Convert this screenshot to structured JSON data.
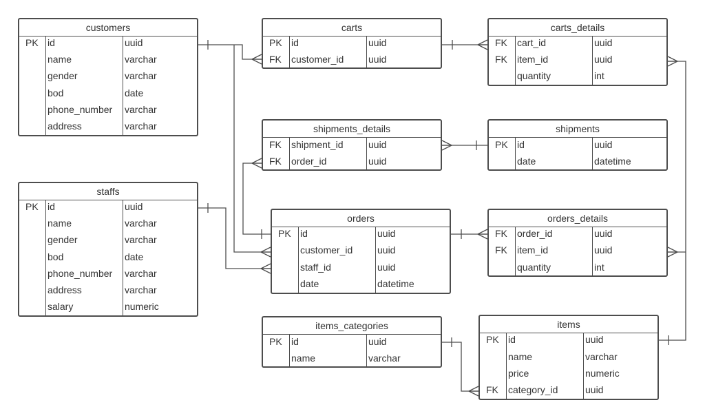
{
  "diagram": {
    "line_color": "#4d4d4d",
    "tables": [
      {
        "id": "customers",
        "name": "customers",
        "rows": [
          {
            "key": "PK",
            "field": "id",
            "type": "uuid"
          },
          {
            "key": "",
            "field": "name",
            "type": "varchar"
          },
          {
            "key": "",
            "field": "gender",
            "type": "varchar"
          },
          {
            "key": "",
            "field": "bod",
            "type": "date"
          },
          {
            "key": "",
            "field": "phone_number",
            "type": "varchar"
          },
          {
            "key": "",
            "field": "address",
            "type": "varchar"
          }
        ]
      },
      {
        "id": "carts",
        "name": "carts",
        "rows": [
          {
            "key": "PK",
            "field": "id",
            "type": "uuid"
          },
          {
            "key": "FK",
            "field": "customer_id",
            "type": "uuid"
          }
        ]
      },
      {
        "id": "carts_details",
        "name": "carts_details",
        "rows": [
          {
            "key": "FK",
            "field": "cart_id",
            "type": "uuid"
          },
          {
            "key": "FK",
            "field": "item_id",
            "type": "uuid"
          },
          {
            "key": "",
            "field": "quantity",
            "type": "int"
          }
        ]
      },
      {
        "id": "shipments_details",
        "name": "shipments_details",
        "rows": [
          {
            "key": "FK",
            "field": "shipment_id",
            "type": "uuid"
          },
          {
            "key": "FK",
            "field": "order_id",
            "type": "uuid"
          }
        ]
      },
      {
        "id": "shipments",
        "name": "shipments",
        "rows": [
          {
            "key": "PK",
            "field": "id",
            "type": "uuid"
          },
          {
            "key": "",
            "field": "date",
            "type": "datetime"
          }
        ]
      },
      {
        "id": "staffs",
        "name": "staffs",
        "rows": [
          {
            "key": "PK",
            "field": "id",
            "type": "uuid"
          },
          {
            "key": "",
            "field": "name",
            "type": "varchar"
          },
          {
            "key": "",
            "field": "gender",
            "type": "varchar"
          },
          {
            "key": "",
            "field": "bod",
            "type": "date"
          },
          {
            "key": "",
            "field": "phone_number",
            "type": "varchar"
          },
          {
            "key": "",
            "field": "address",
            "type": "varchar"
          },
          {
            "key": "",
            "field": "salary",
            "type": "numeric"
          }
        ]
      },
      {
        "id": "orders",
        "name": "orders",
        "rows": [
          {
            "key": "PK",
            "field": "id",
            "type": "uuid"
          },
          {
            "key": "",
            "field": "customer_id",
            "type": "uuid"
          },
          {
            "key": "",
            "field": "staff_id",
            "type": "uuid"
          },
          {
            "key": "",
            "field": "date",
            "type": "datetime"
          }
        ]
      },
      {
        "id": "orders_details",
        "name": "orders_details",
        "rows": [
          {
            "key": "FK",
            "field": "order_id",
            "type": "uuid"
          },
          {
            "key": "FK",
            "field": "item_id",
            "type": "uuid"
          },
          {
            "key": "",
            "field": "quantity",
            "type": "int"
          }
        ]
      },
      {
        "id": "items_categories",
        "name": "items_categories",
        "rows": [
          {
            "key": "PK",
            "field": "id",
            "type": "uuid"
          },
          {
            "key": "",
            "field": "name",
            "type": "varchar"
          }
        ]
      },
      {
        "id": "items",
        "name": "items",
        "rows": [
          {
            "key": "PK",
            "field": "id",
            "type": "uuid"
          },
          {
            "key": "",
            "field": "name",
            "type": "varchar"
          },
          {
            "key": "",
            "field": "price",
            "type": "numeric"
          },
          {
            "key": "FK",
            "field": "category_id",
            "type": "uuid"
          }
        ]
      }
    ],
    "relationships": [
      {
        "from": "customers.id",
        "to": "carts.customer_id",
        "kind": "one-to-many"
      },
      {
        "from": "carts.id",
        "to": "carts_details.cart_id",
        "kind": "one-to-many"
      },
      {
        "from": "items.id",
        "to": "carts_details.item_id",
        "kind": "one-to-many"
      },
      {
        "from": "shipments.id",
        "to": "shipments_details.shipment_id",
        "kind": "one-to-many"
      },
      {
        "from": "orders.id",
        "to": "shipments_details.order_id",
        "kind": "one-to-many"
      },
      {
        "from": "customers.id",
        "to": "orders.customer_id",
        "kind": "one-to-many"
      },
      {
        "from": "staffs.id",
        "to": "orders.staff_id",
        "kind": "one-to-many"
      },
      {
        "from": "orders.id",
        "to": "orders_details.order_id",
        "kind": "one-to-many"
      },
      {
        "from": "items.id",
        "to": "orders_details.item_id",
        "kind": "one-to-many"
      },
      {
        "from": "items_categories.id",
        "to": "items.category_id",
        "kind": "one-to-many"
      }
    ]
  }
}
